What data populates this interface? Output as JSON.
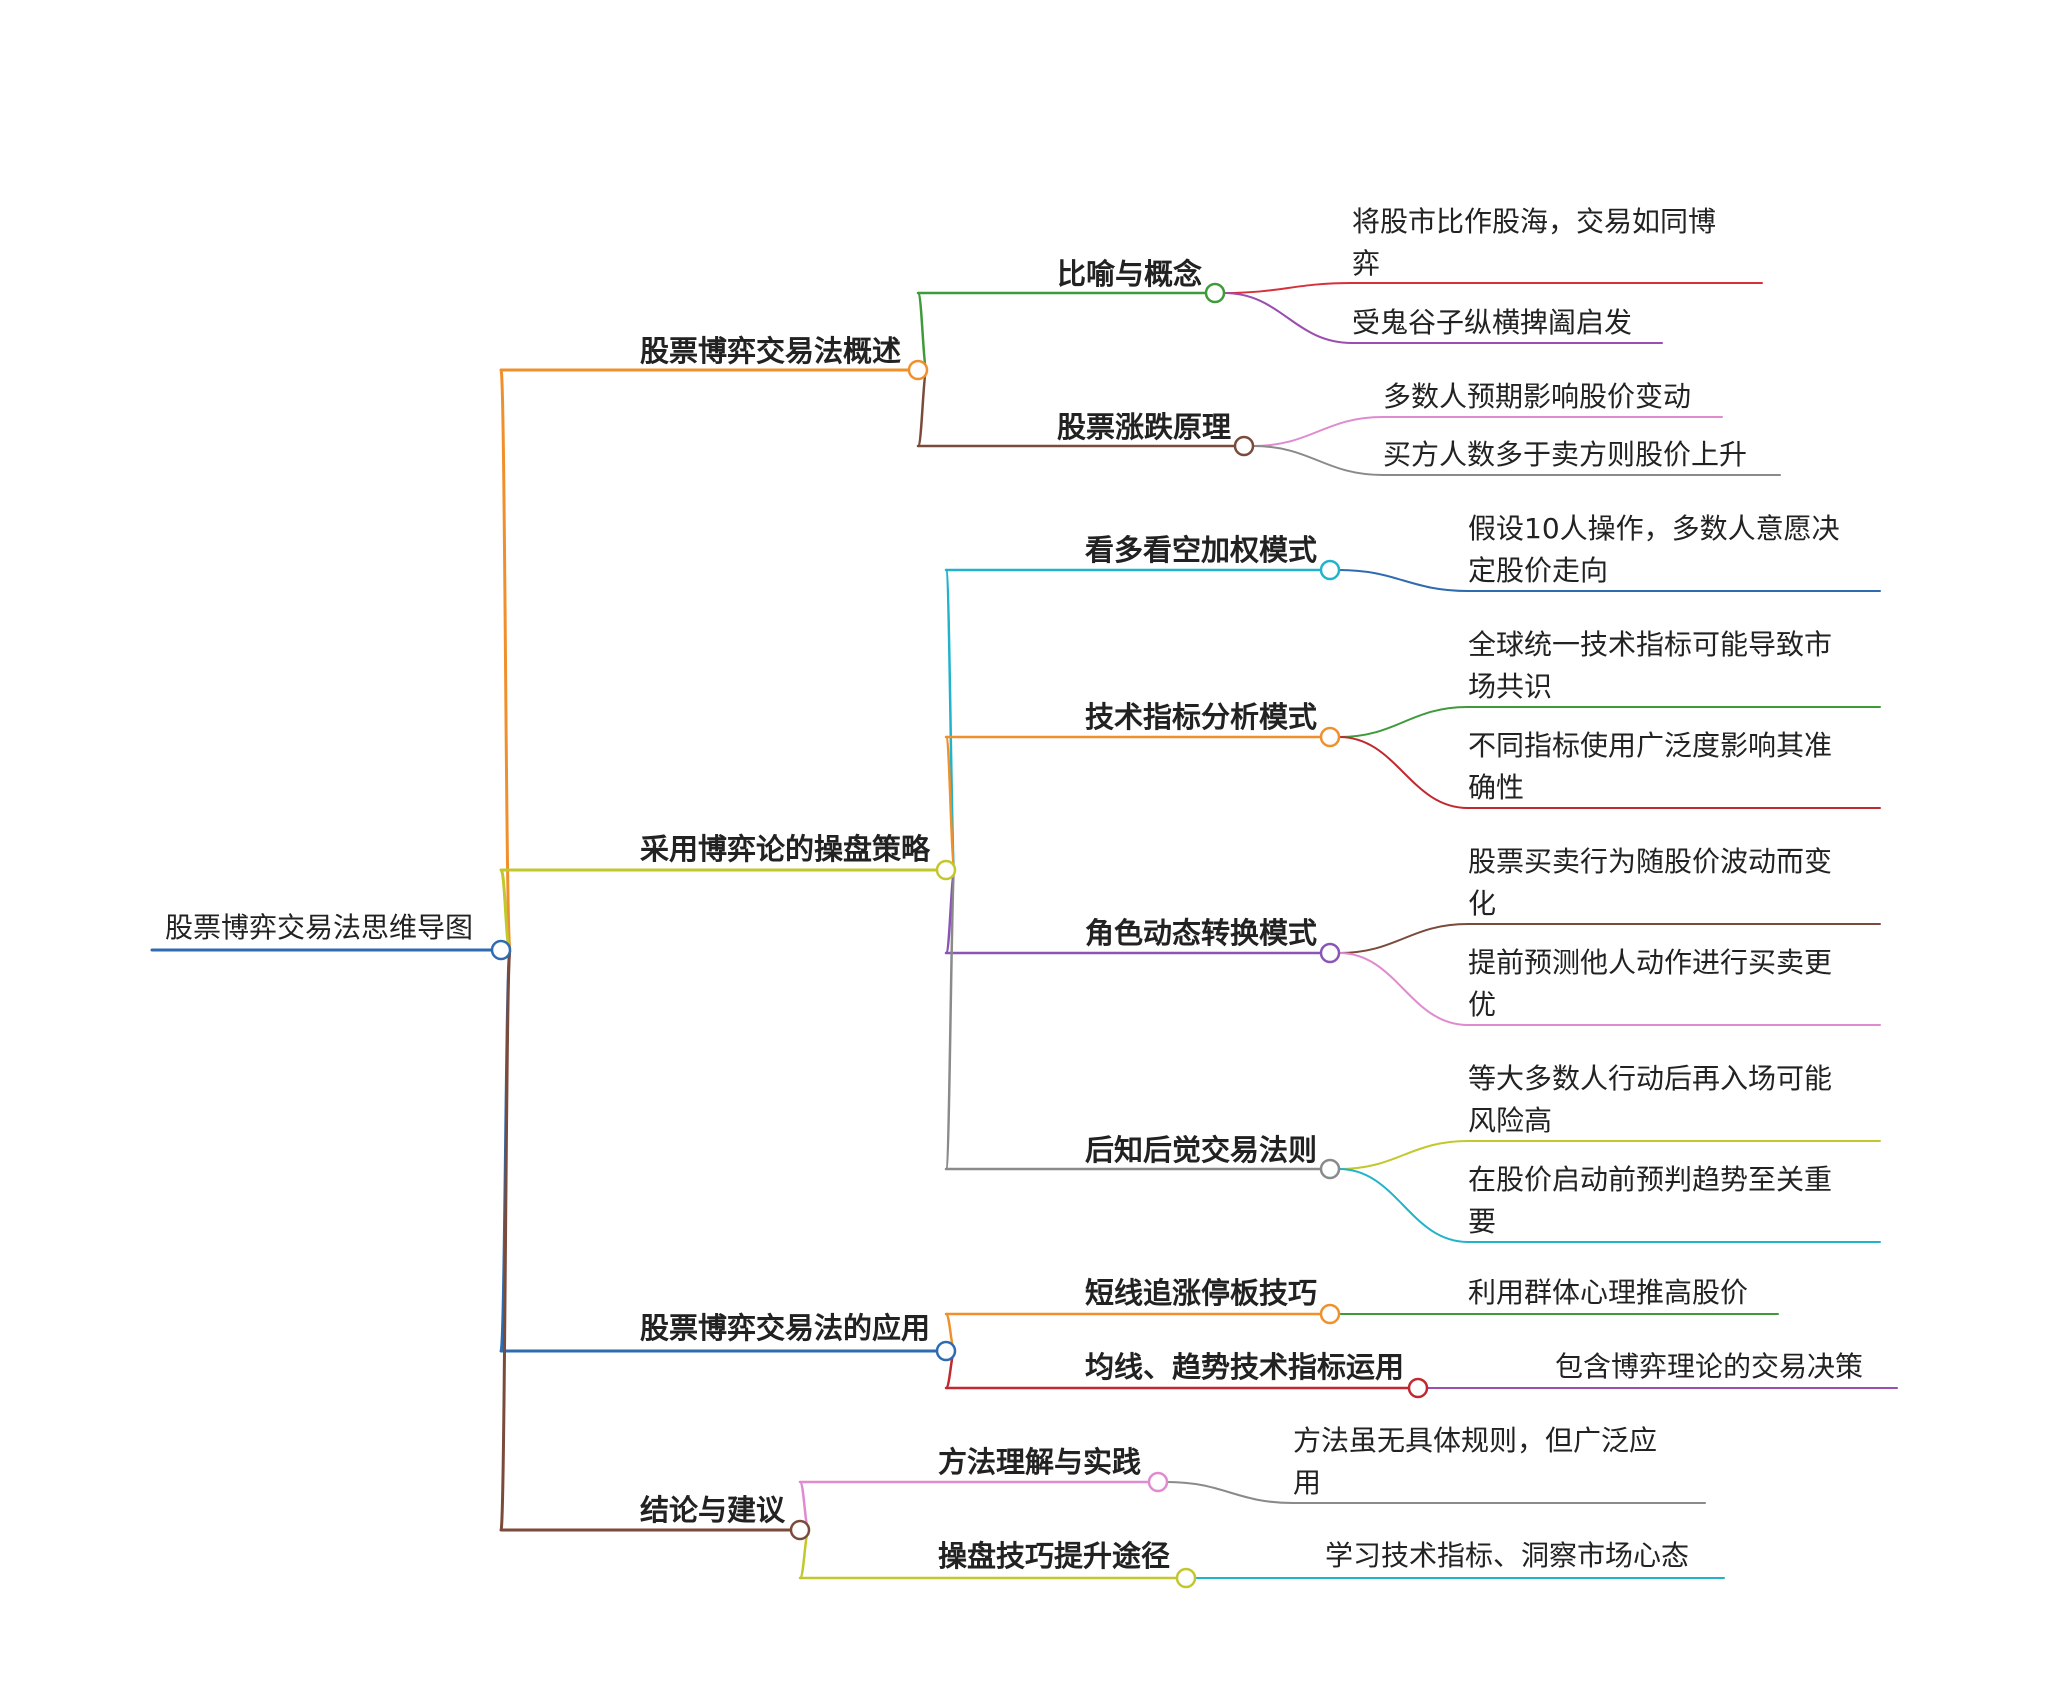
{
  "root": {
    "label": "股票博弈交易法思维导图",
    "color": "#2e6bb0"
  },
  "branches": [
    {
      "label": "股票博弈交易法概述",
      "color": "#f0902c",
      "children": [
        {
          "label": "比喻与概念",
          "color": "#3f9a3a",
          "leaves": [
            {
              "label": "将股市比作股海，交易如同博弈",
              "color": "#d6303a"
            },
            {
              "label": "受鬼谷子纵横捭阖启发",
              "color": "#9a4fb0"
            }
          ]
        },
        {
          "label": "股票涨跌原理",
          "color": "#7a4a3a",
          "leaves": [
            {
              "label": "多数人预期影响股价变动",
              "color": "#e08ad0"
            },
            {
              "label": "买方人数多于卖方则股价上升",
              "color": "#8a8a8a"
            }
          ]
        }
      ]
    },
    {
      "label": "采用博弈论的操盘策略",
      "color": "#c2c82c",
      "children": [
        {
          "label": "看多看空加权模式",
          "color": "#22b3cc",
          "leaves": [
            {
              "label": "假设10人操作，多数人意愿决定股价走向",
              "color": "#2e6bb0"
            }
          ]
        },
        {
          "label": "技术指标分析模式",
          "color": "#f0902c",
          "leaves": [
            {
              "label": "全球统一技术指标可能导致市场共识",
              "color": "#3f9a3a"
            },
            {
              "label": "不同指标使用广泛度影响其准确性",
              "color": "#c0292f"
            }
          ]
        },
        {
          "label": "角色动态转换模式",
          "color": "#8a55b5",
          "leaves": [
            {
              "label": "股票买卖行为随股价波动而变化",
              "color": "#7a4a3a"
            },
            {
              "label": "提前预测他人动作进行买卖更优",
              "color": "#e08ad0"
            }
          ]
        },
        {
          "label": "后知后觉交易法则",
          "color": "#8a8a8a",
          "leaves": [
            {
              "label": "等大多数人行动后再入场可能风险高",
              "color": "#c2c82c"
            },
            {
              "label": "在股价启动前预判趋势至关重要",
              "color": "#22b3cc"
            }
          ]
        }
      ]
    },
    {
      "label": "股票博弈交易法的应用",
      "color": "#2e6bb0",
      "children": [
        {
          "label": "短线追涨停板技巧",
          "color": "#f0902c",
          "leaves": [
            {
              "label": "利用群体心理推高股价",
              "color": "#3f9a3a"
            }
          ]
        },
        {
          "label": "均线、趋势技术指标运用",
          "color": "#c0292f",
          "leaves": [
            {
              "label": "包含博弈理论的交易决策",
              "color": "#9a4fb0"
            }
          ]
        }
      ]
    },
    {
      "label": "结论与建议",
      "color": "#7a4a3a",
      "children": [
        {
          "label": "方法理解与实践",
          "color": "#e08ad0",
          "leaves": [
            {
              "label": "方法虽无具体规则，但广泛应用",
              "color": "#8a8a8a"
            }
          ]
        },
        {
          "label": "操盘技巧提升途径",
          "color": "#c2c82c",
          "leaves": [
            {
              "label": "学习技术指标、洞察市场心态",
              "color": "#22b3cc"
            }
          ]
        }
      ]
    }
  ]
}
